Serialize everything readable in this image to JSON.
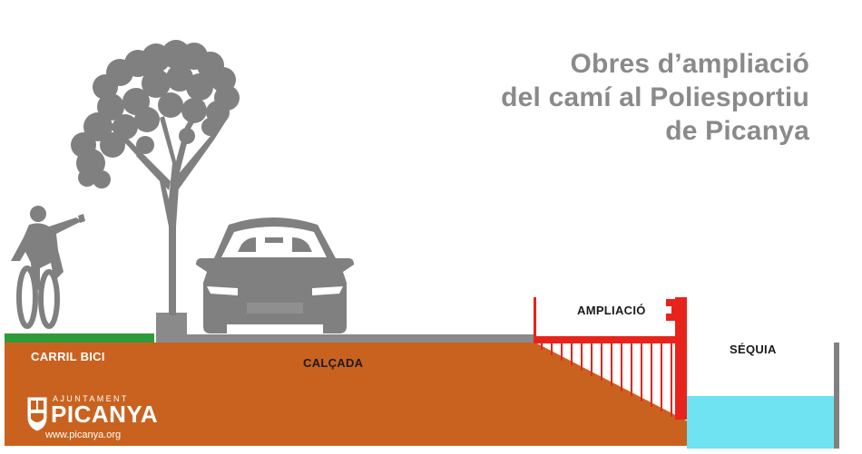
{
  "title": {
    "line1": "Obres d’ampliació",
    "line2": "del camí al Poliesportiu",
    "line3": "de Picanya"
  },
  "labels": {
    "bike_lane": "CARRIL BICI",
    "roadway": "CALÇADA",
    "widening": "AMPLIACIÓ",
    "ditch": "SÉQUIA"
  },
  "logo": {
    "top": "AJUNTAMENT",
    "name": "PICANYA",
    "url": "www.picanya.org"
  },
  "colors": {
    "earth": "#c9621f",
    "bike_lane": "#2e9b3a",
    "road": "#8a8a8a",
    "widening": "#e8231c",
    "water": "#6fe3f1",
    "silhouette": "#808080"
  },
  "icons": [
    "cyclist-icon",
    "tree-icon",
    "car-icon",
    "town-crest-icon"
  ]
}
